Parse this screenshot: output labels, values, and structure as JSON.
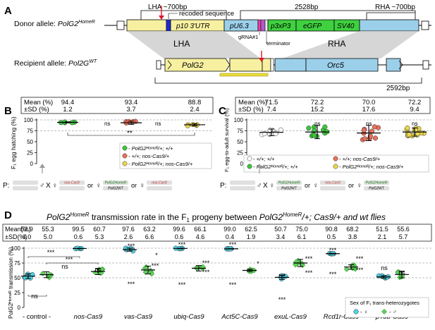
{
  "panelA": {
    "letter": "A",
    "donor_label": "Donor allele: ",
    "donor_allele": "PolG2",
    "donor_sup": "HomeR",
    "recipient_label": "Recipient allele: ",
    "recipient_allele": "Pol2G",
    "recipient_sup": "WT",
    "lha_top": "LHA ~700bp",
    "rha_top": "RHA ~700bp",
    "size_donor": "2528bp",
    "size_recipient": "2592bp",
    "recoded": "recoded sequence",
    "grna": "gRNA#1",
    "terminator": "terminator",
    "lha": "LHA",
    "rha": "RHA",
    "segments": {
      "p10": "p10 3'UTR",
      "pu6": "pU6.3",
      "p3xp3": "p3xP3",
      "egfp": "eGFP",
      "sv40": "SV40"
    },
    "gene_polg2": "PolG2",
    "gene_orc5": "Orc5"
  },
  "panelB": {
    "letter": "B",
    "mean_label": "Mean (%)",
    "sd_label": "±SD (%)",
    "means": [
      "94.4",
      "93.4",
      "88.8"
    ],
    "sds": [
      "1.2",
      "3.7",
      "2.4"
    ],
    "ylabel": "F₁ egg hatching (%)",
    "yticks": [
      "0",
      "25",
      "50",
      "75",
      "100"
    ],
    "ns1": "ns",
    "ns2": "ns",
    "sig": "**",
    "legend": [
      "- PolG2ᴴᵒᵐᵉᴿ/+; +/+",
      "- +/+; nos-Cas9/+",
      "- PolG2ᴴᵒᵐᵉᴿ/+; nos-Cas9/+"
    ],
    "legend_colors": [
      "#3cc63c",
      "#e8705a",
      "#ead64a"
    ],
    "cross_p": "P:",
    "cross_x": "X",
    "or": "or",
    "box_homer": "PolG2HomeR",
    "box_wt": "PolG2WT",
    "box_nos": "nos-Cas9"
  },
  "panelC": {
    "letter": "C",
    "mean_label": "Mean (%)",
    "sd_label": "±SD (%)",
    "means": [
      "71.5",
      "72.2",
      "70.0",
      "72.2"
    ],
    "sds": [
      "7.4",
      "15.2",
      "17.6",
      "9.4"
    ],
    "ylabel": "F₁ egg-to-adult survival (%)",
    "yticks": [
      "0",
      "25",
      "50",
      "75",
      "100"
    ],
    "ns": [
      "ns",
      "ns",
      "ns"
    ],
    "legend": [
      "- +/+; +/+",
      "- +/+; nos-Cas9/+",
      "- PolG2ᴴᵒᵐᵉᴿ/+; +/+",
      "- PolG2ᴴᵒᵐᵉᴿ/+; nos-Cas9/+"
    ],
    "legend_colors": [
      "#ffffff",
      "#e8705a",
      "#3cc63c",
      "#ead64a"
    ],
    "cross_p": "P:",
    "cross_x": "X",
    "or": "or",
    "box_homer": "PolG2HomeR",
    "box_wt": "PolG2WT",
    "box_nos": "nos-Cas9"
  },
  "panelD": {
    "letter": "D",
    "title_pre": "PolG2",
    "title_sup": "HomeR",
    "title_mid": " transmission rate in the F",
    "title_sub": "1",
    "title_mid2": " progeny between ",
    "title_g": "PolG2",
    "title_gsup": "HomeR",
    "title_end": "/+; Cas9/+ and wt flies",
    "mean_label": "Mean(%)",
    "sd_label": "±SD(%)",
    "means": [
      "52.9",
      "55.3",
      "99.5",
      "60.7",
      "97.6",
      "63.2",
      "99.6",
      "66.1",
      "99.0",
      "62.5",
      "50.7",
      "75.0",
      "90.8",
      "68.2",
      "51.5",
      "55.6"
    ],
    "sds": [
      "4.0",
      "5.0",
      "0.6",
      "5.3",
      "2.6",
      "6.6",
      "0.6",
      "4.6",
      "0.4",
      "1.9",
      "3.4",
      "6.1",
      "0.5",
      "3.8",
      "2.1",
      "5.7"
    ],
    "ylabel": "PolG2ᴴᵒᵐᵉᴿ transmission (%)",
    "yticks": [
      "0",
      "25",
      "50",
      "75",
      "100"
    ],
    "groups": [
      "- control -",
      "nos-Cas9",
      "vas-Cas9",
      "ubiq-Cas9",
      "Act5C-Cas9",
      "exuL-Cas9",
      "Rcd1r-Cas9",
      "βTub-Cas9"
    ],
    "legend_title": "Sex of F₁ trans-heterozygotes",
    "legend_f": "- ♀",
    "legend_m": "- ♂",
    "sig_marks": [
      "***",
      "***",
      "ns",
      "ns",
      "ns",
      "***",
      "***",
      "***",
      "*",
      "***",
      "***",
      "***",
      "***",
      "***",
      "***",
      "*",
      "***",
      "***",
      "***",
      "***",
      "***",
      "***",
      "***",
      "***",
      "ns",
      "ns"
    ]
  },
  "chart_data": [
    {
      "type": "scatter",
      "panel": "B",
      "ylabel": "F₁ egg hatching (%)",
      "ylim": [
        0,
        100
      ],
      "series": [
        {
          "name": "PolG2HomeR/+; +/+",
          "values": [
            94.4
          ],
          "sd": [
            1.2
          ]
        },
        {
          "name": "+/+; nos-Cas9/+",
          "values": [
            93.4
          ],
          "sd": [
            3.7
          ]
        },
        {
          "name": "PolG2HomeR/+; nos-Cas9/+",
          "values": [
            88.8
          ],
          "sd": [
            2.4
          ]
        }
      ]
    },
    {
      "type": "scatter",
      "panel": "C",
      "ylabel": "F₁ egg-to-adult survival (%)",
      "ylim": [
        0,
        100
      ],
      "series": [
        {
          "name": "+/+; +/+",
          "values": [
            71.5
          ],
          "sd": [
            7.4
          ]
        },
        {
          "name": "PolG2HomeR/+; +/+",
          "values": [
            72.2
          ],
          "sd": [
            15.2
          ]
        },
        {
          "name": "+/+; nos-Cas9/+",
          "values": [
            70.0
          ],
          "sd": [
            17.6
          ]
        },
        {
          "name": "PolG2HomeR/+; nos-Cas9/+",
          "values": [
            72.2
          ],
          "sd": [
            9.4
          ]
        }
      ]
    },
    {
      "type": "scatter",
      "panel": "D",
      "ylabel": "PolG2HomeR transmission (%)",
      "ylim": [
        0,
        100
      ],
      "categories": [
        "- control -",
        "nos-Cas9",
        "vas-Cas9",
        "ubiq-Cas9",
        "Act5C-Cas9",
        "exuL-Cas9",
        "Rcd1r-Cas9",
        "βTub-Cas9"
      ],
      "series": [
        {
          "name": "♀",
          "values": [
            52.9,
            99.5,
            97.6,
            99.6,
            99.0,
            50.7,
            90.8,
            51.5
          ],
          "sd": [
            4.0,
            0.6,
            2.6,
            0.6,
            0.4,
            3.4,
            0.5,
            2.1
          ]
        },
        {
          "name": "♂",
          "values": [
            55.3,
            60.7,
            63.2,
            66.1,
            62.5,
            75.0,
            68.2,
            55.6
          ],
          "sd": [
            5.0,
            5.3,
            6.6,
            4.6,
            1.9,
            6.1,
            3.8,
            5.7
          ]
        }
      ]
    }
  ]
}
